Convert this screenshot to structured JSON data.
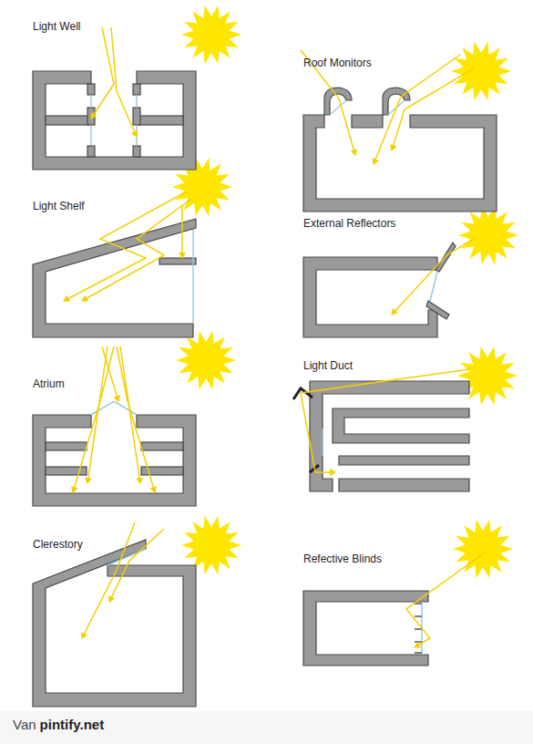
{
  "diagram": {
    "labels": [
      "Light Well",
      "Roof Monitors",
      "Light Shelf",
      "External Reflectors",
      "Atrium",
      "Light Duct",
      "Clerestory",
      "Refective Blinds",
      "Van",
      "pintify.net"
    ]
  }
}
